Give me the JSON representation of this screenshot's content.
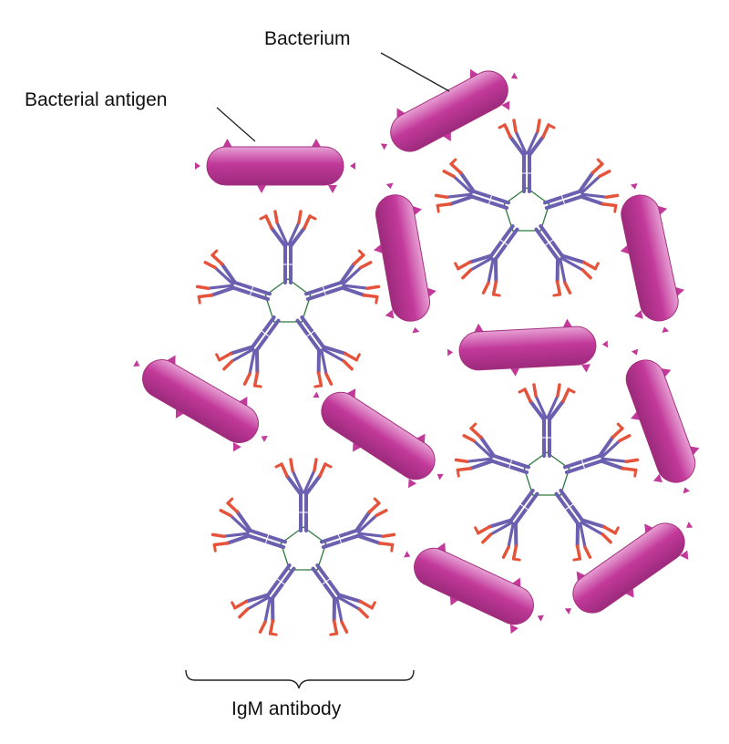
{
  "labels": {
    "bacterium": "Bacterium",
    "bacterial_antigen": "Bacterial antigen",
    "igm_antibody": "IgM antibody"
  },
  "colors": {
    "background": "#ffffff",
    "bacterium_fill": "#c2399a",
    "bacterium_highlight": "#e7a0d4",
    "antibody_heavy_chain": "#6b5fb0",
    "antigen_binding_tip": "#e5533a",
    "j_chain": "#2f7a3e",
    "label_text": "#111111",
    "leader_line": "#222222"
  },
  "icons": {
    "bacterium": "rod-shaped-bacterium-icon",
    "antibody": "pentameric-igm-antibody-icon"
  }
}
